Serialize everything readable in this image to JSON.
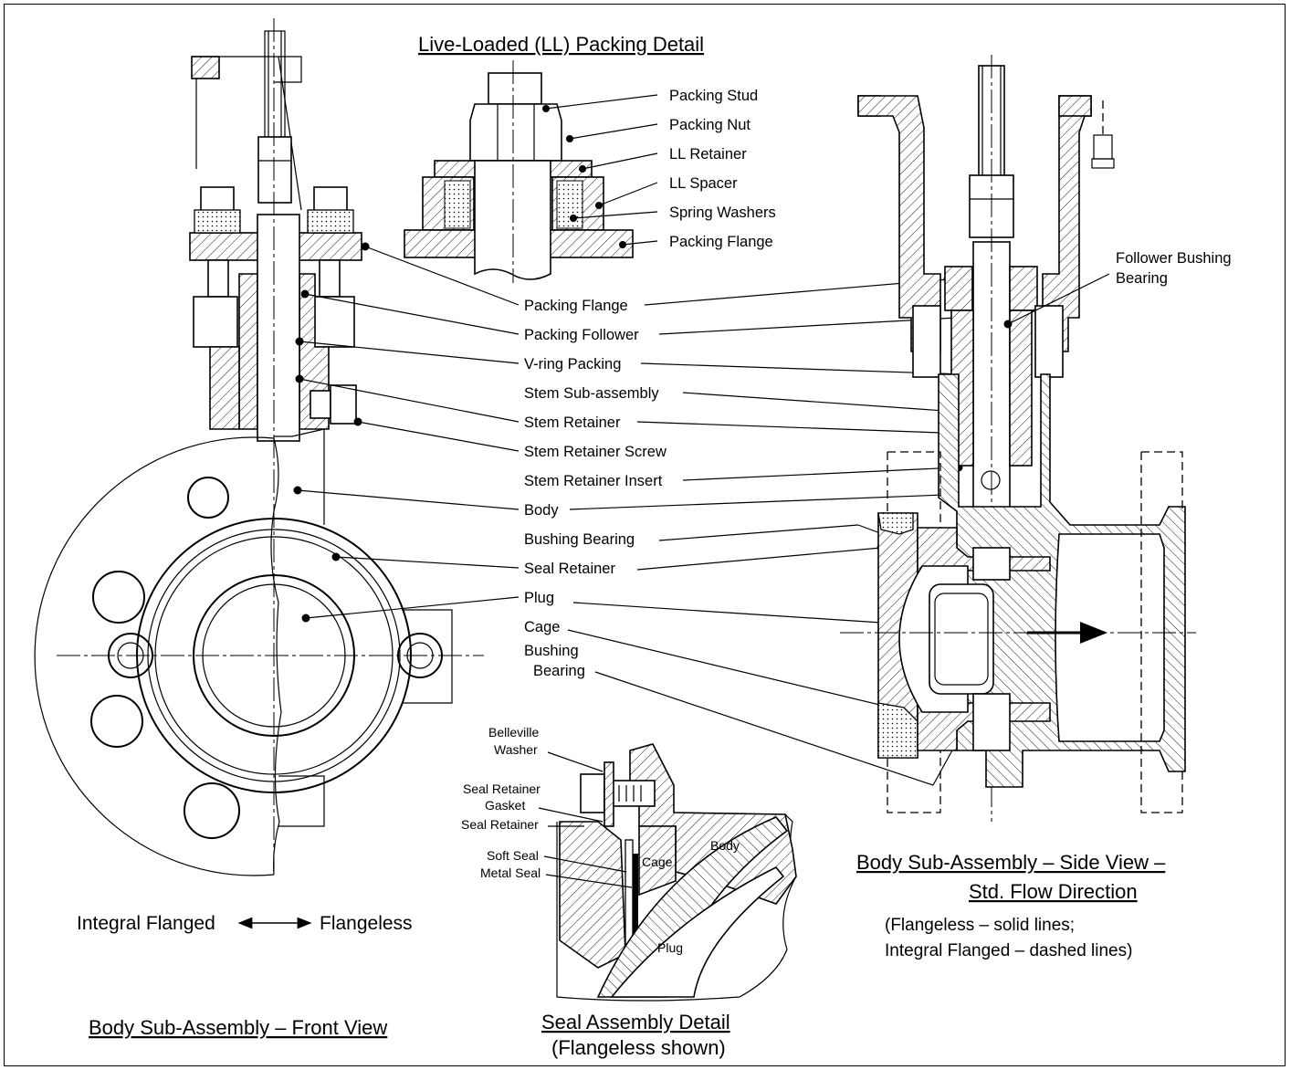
{
  "titles": {
    "ll_detail": "Live-Loaded (LL) Packing Detail",
    "front_view": "Body Sub-Assembly – Front View",
    "side_view_line1": "Body Sub-Assembly – Side View –",
    "side_view_line2": "Std. Flow Direction",
    "side_note_line1": "(Flangeless – solid lines;",
    "side_note_line2": "Integral Flanged – dashed lines)",
    "seal_detail": "Seal Assembly Detail",
    "seal_detail_sub": "(Flangeless shown)"
  },
  "front_view": {
    "left_label": "Integral Flanged",
    "right_label": "Flangeless"
  },
  "ll_callouts": [
    "Packing Stud",
    "Packing Nut",
    "LL Retainer",
    "LL Spacer",
    "Spring Washers",
    "Packing Flange"
  ],
  "center_callouts": [
    "Packing Flange",
    "Packing Follower",
    "V-ring Packing",
    "Stem Sub-assembly",
    "Stem Retainer",
    "Stem Retainer Screw",
    "Stem Retainer Insert",
    "Body",
    "Bushing Bearing",
    "Seal Retainer",
    "Plug",
    "Cage",
    "Bushing",
    "Bearing"
  ],
  "side_callouts": {
    "follower_line1": "Follower Bushing",
    "follower_line2": "Bearing"
  },
  "seal_callouts": {
    "belleville_line1": "Belleville",
    "belleville_line2": "Washer",
    "gasket_line1": "Seal Retainer",
    "gasket_line2": "Gasket",
    "seal_retainer": "Seal Retainer",
    "soft_seal": "Soft Seal",
    "metal_seal": "Metal Seal",
    "body": "Body",
    "cage": "Cage",
    "plug": "Plug"
  }
}
